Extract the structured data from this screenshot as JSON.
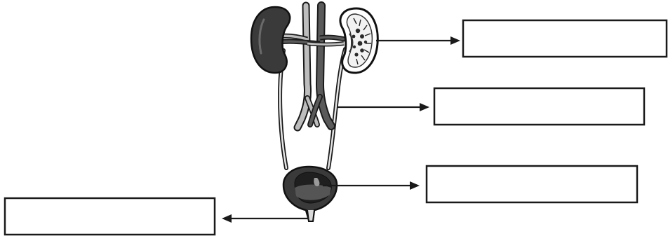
{
  "labels": [
    {
      "id": "box-1",
      "text": ""
    },
    {
      "id": "box-2",
      "text": ""
    },
    {
      "id": "box-3",
      "text": ""
    },
    {
      "id": "box-4",
      "text": ""
    }
  ],
  "colors": {
    "outline": "#1a1a1a",
    "kidney_dark": "#3a3a3a",
    "vessel_dark": "#5a5a5a",
    "vessel_light": "#bdbdbd",
    "ureter_fill": "#d9d9d9"
  }
}
